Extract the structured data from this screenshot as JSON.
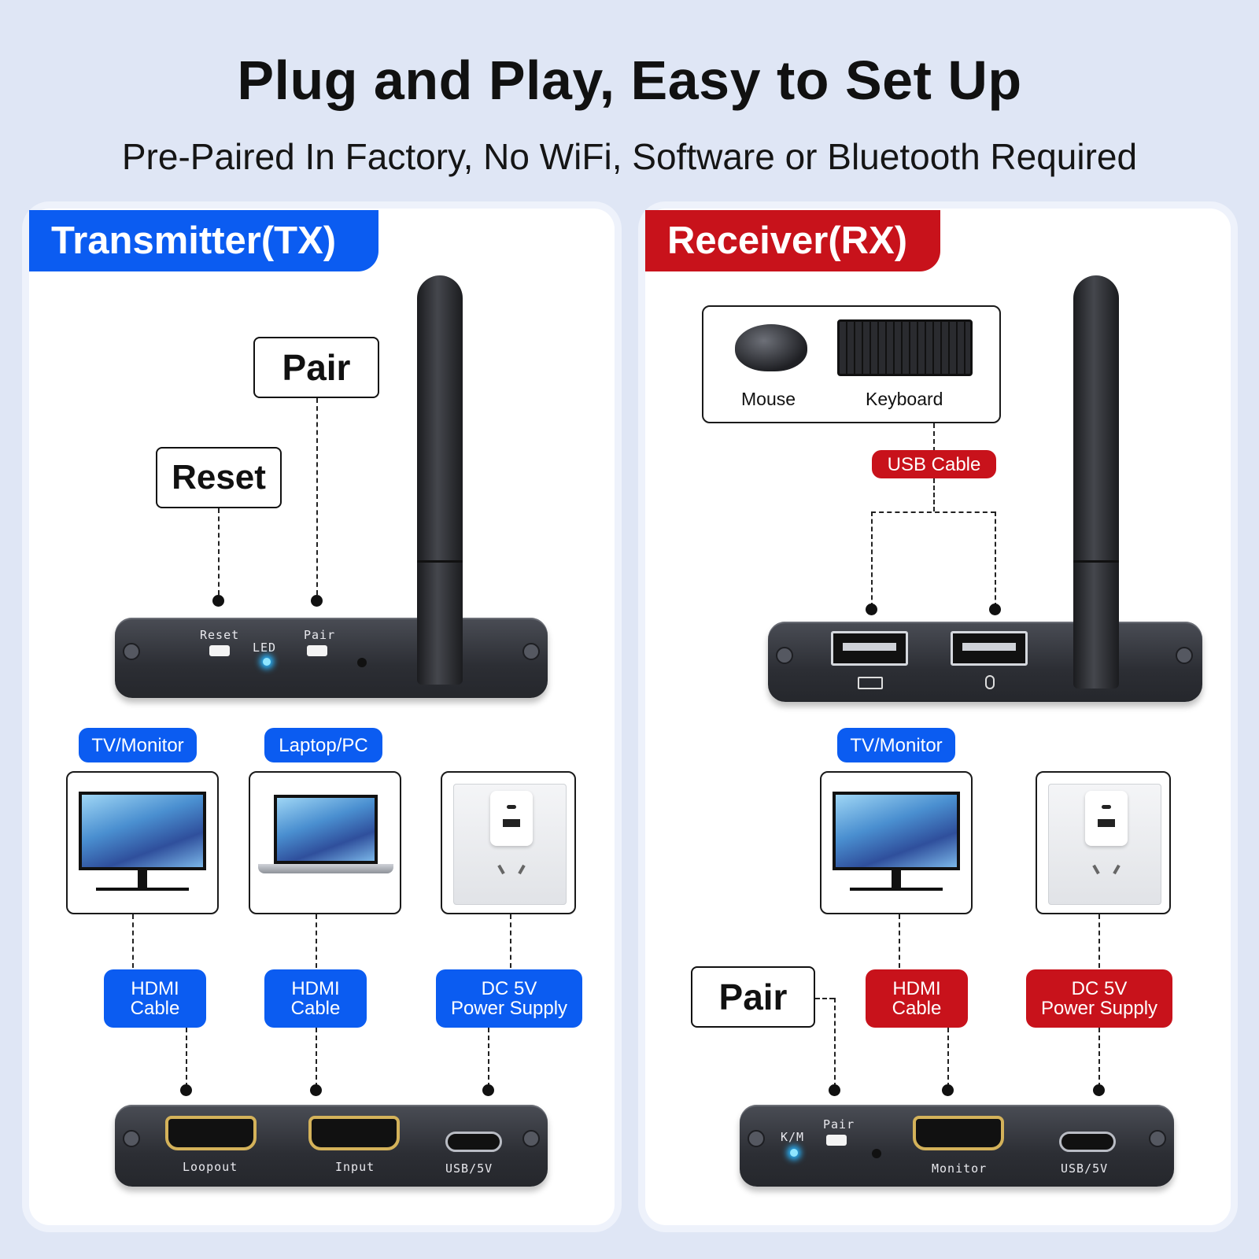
{
  "header": {
    "title": "Plug and Play, Easy to Set Up",
    "subtitle": "Pre-Paired In Factory, No WiFi, Software or Bluetooth Required"
  },
  "transmitter": {
    "heading": "Transmitter(TX)",
    "callouts": {
      "pair": "Pair",
      "reset": "Reset"
    },
    "top_device": {
      "reset_label": "Reset",
      "led_label": "LED",
      "pair_label": "Pair"
    },
    "sources": [
      {
        "tag": "TV/Monitor",
        "cable": "HDMI\nCable"
      },
      {
        "tag": "Laptop/PC",
        "cable": "HDMI\nCable"
      },
      {
        "tag": "",
        "cable": "DC 5V\nPower Supply"
      }
    ],
    "bottom_device": {
      "port1": "Loopout",
      "port2": "Input",
      "port3": "USB/5V"
    }
  },
  "receiver": {
    "heading": "Receiver(RX)",
    "peripherals": {
      "mouse": "Mouse",
      "keyboard": "Keyboard"
    },
    "usb_cable": "USB Cable",
    "sources": [
      {
        "tag": "TV/Monitor",
        "cable": "HDMI\nCable"
      },
      {
        "tag": "",
        "cable": "DC 5V\nPower Supply"
      }
    ],
    "pair_callout": "Pair",
    "bottom_device": {
      "km_label": "K/M",
      "pair_label": "Pair",
      "port1": "Monitor",
      "port2": "USB/5V"
    }
  },
  "colors": {
    "tx_blue": "#0b5cf1",
    "rx_red": "#c8121b",
    "background": "#dfe6f5"
  },
  "icons": [
    "antenna",
    "monitor",
    "laptop",
    "wall-outlet",
    "mouse",
    "keyboard",
    "hdmi-port",
    "usb-c-port",
    "usb-a-port",
    "led"
  ]
}
